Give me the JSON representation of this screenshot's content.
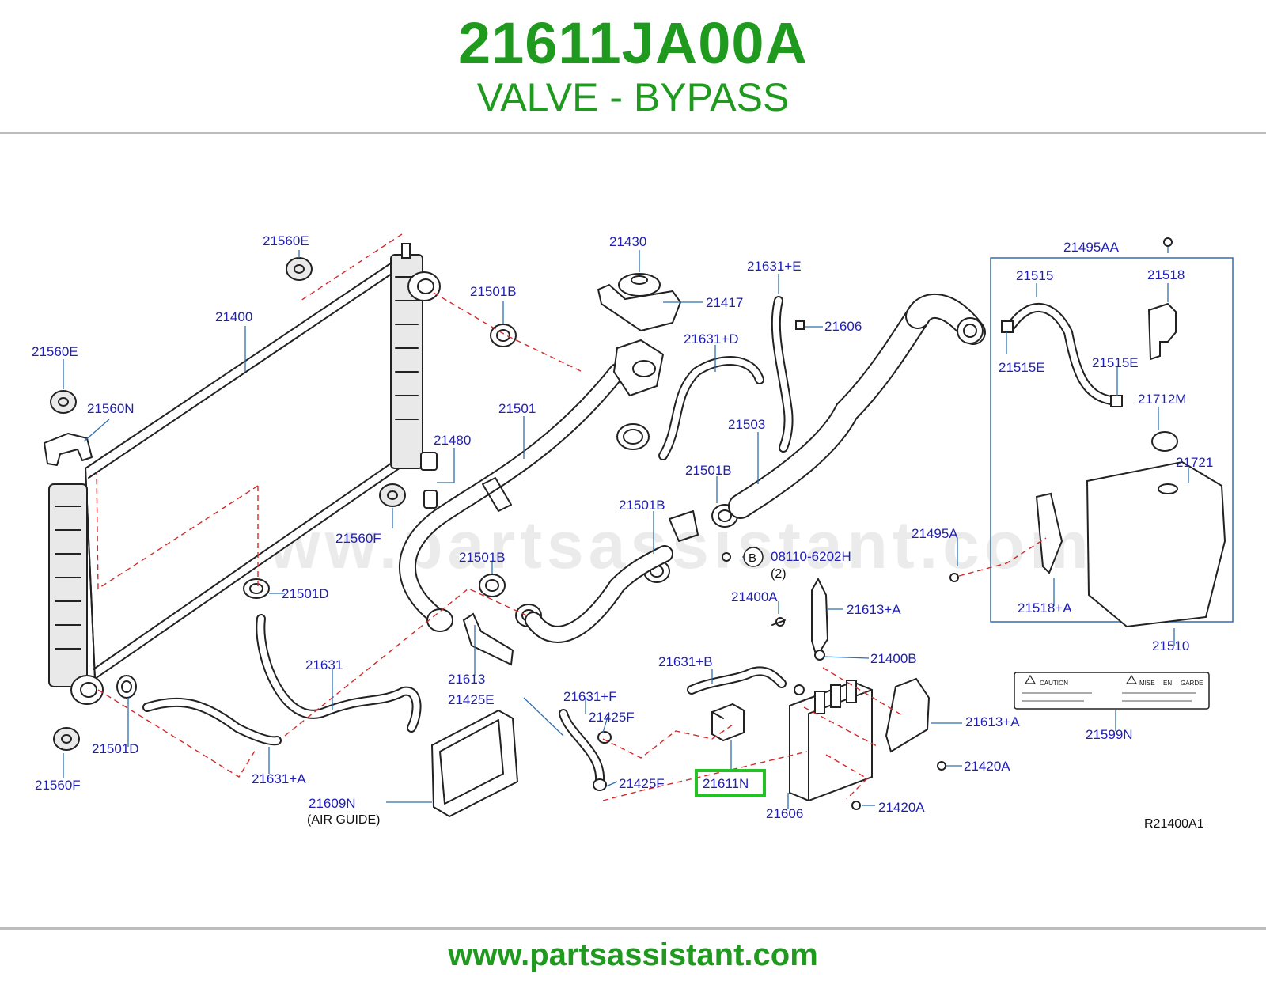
{
  "header": {
    "part_number": "21611JA00A",
    "part_name": "VALVE - BYPASS"
  },
  "footer": {
    "url": "www.partsassistant.com"
  },
  "watermark": "www.partsassistant.com",
  "diagram": {
    "ref_code": "R21400A1",
    "callouts": {
      "c_21560E_top": "21560E",
      "c_21400": "21400",
      "c_21560E_left": "21560E",
      "c_21560N": "21560N",
      "c_21501B_top": "21501B",
      "c_21430": "21430",
      "c_21417": "21417",
      "c_21631D": "21631+D",
      "c_21631E": "21631+E",
      "c_21606_top": "21606",
      "c_21495AA": "21495AA",
      "c_21515": "21515",
      "c_21518": "21518",
      "c_21515E_left": "21515E",
      "c_21515E_right": "21515E",
      "c_21712M": "21712M",
      "c_21721": "21721",
      "c_21480": "21480",
      "c_21501": "21501",
      "c_21503": "21503",
      "c_21501B_mid": "21501B",
      "c_21501B_lower": "21501B",
      "c_21495A": "21495A",
      "c_21560F_mid": "21560F",
      "c_08110": "08110-6202H",
      "c_08110_qty": "(2)",
      "c_bolt_ref": "B",
      "c_21501D_mid": "21501D",
      "c_21501B_low": "21501B",
      "c_21400A": "21400A",
      "c_21613A_mid": "21613+A",
      "c_21518A": "21518+A",
      "c_21510": "21510",
      "c_21631": "21631",
      "c_21613": "21613",
      "c_21631B": "21631+B",
      "c_21400B": "21400B",
      "c_21425E": "21425E",
      "c_21631F": "21631+F",
      "c_21425F_top": "21425F",
      "c_21613A_low": "21613+A",
      "c_21599N": "21599N",
      "c_21501D_low": "21501D",
      "c_21631A": "21631+A",
      "c_21560F_low": "21560F",
      "c_21611N": "21611N",
      "c_21420A_top": "21420A",
      "c_21425F_low": "21425F",
      "c_21609N": "21609N",
      "c_air_guide": "(AIR   GUIDE)",
      "c_21606_low": "21606",
      "c_21420A_low": "21420A"
    },
    "caution_label": {
      "caution": "CAUTION",
      "mise": "MISE",
      "en": "EN",
      "garde": "GARDE"
    }
  },
  "colors": {
    "brand_green": "#1f9a1f",
    "callout_blue": "#2020b8",
    "highlight_green": "#22c322",
    "dashed_red": "#d42a2a"
  }
}
